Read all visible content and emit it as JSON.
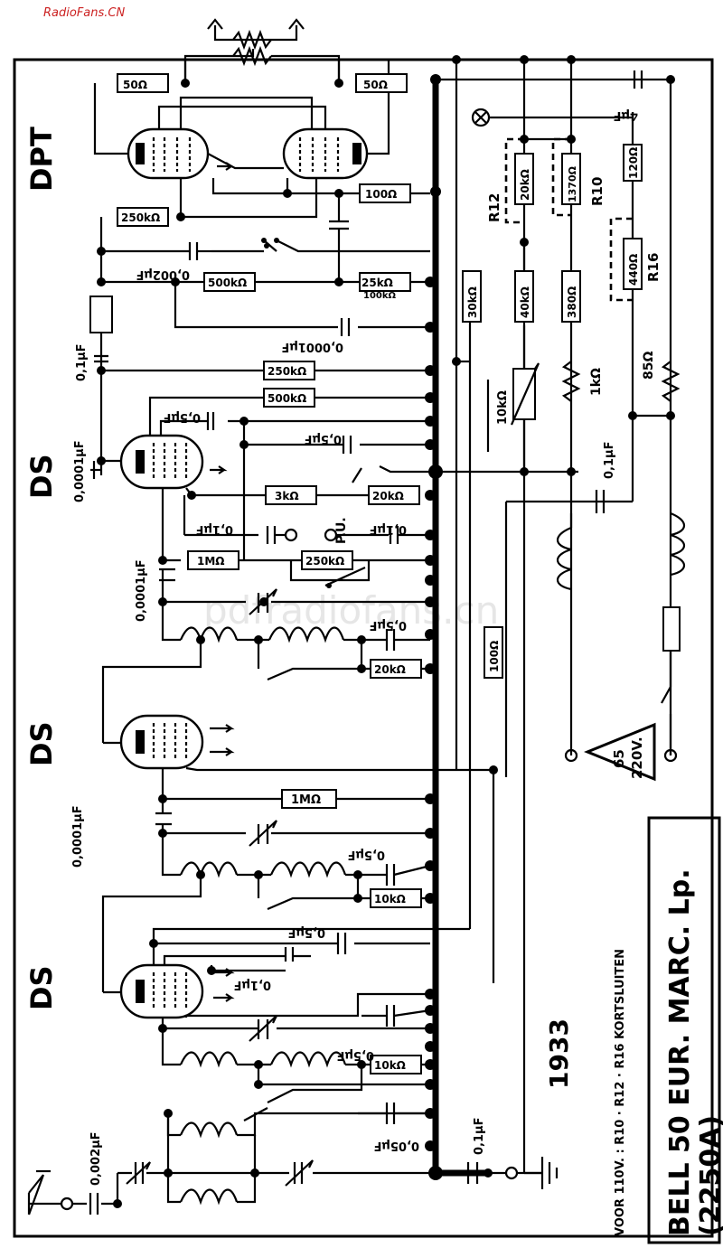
{
  "watermark": "RadioFans.CN",
  "bg_watermark": "pdfradiofans.cn",
  "title": {
    "line1": "BELL 50  EUR. MARC. Lp.",
    "line2": "(2250A)"
  },
  "year": "1933",
  "note": "VOOR 110V. : R10 · R12 · R16  KORTSLUITEN",
  "tubes": {
    "dpt": "DPT",
    "ds1": "DS",
    "ds2": "DS",
    "ds3": "DS"
  },
  "mains_badge": {
    "line1": "65",
    "line2": "220V."
  },
  "labels": {
    "pu": "P.U.",
    "r12": "R12",
    "r10": "R10",
    "r16": "R16",
    "r1k": "1kΩ",
    "r85": "85Ω",
    "r10k": "10kΩ"
  },
  "resistors": {
    "r50a": "50Ω",
    "r50b": "50Ω",
    "r100a": "100Ω",
    "r250k": "250kΩ",
    "r500k": "500kΩ",
    "r25k": "25kΩ",
    "r100k": "100kΩ",
    "r250k2": "250kΩ",
    "r500k2": "500kΩ",
    "r3k": "3kΩ",
    "r20k": "20kΩ",
    "r1m": "1MΩ",
    "r250k3": "250kΩ",
    "r20k2": "20kΩ",
    "r1m2": "1MΩ",
    "r10k2": "10kΩ",
    "r10k3": "10kΩ",
    "r30k": "30kΩ",
    "r40k": "40kΩ",
    "r380": "380Ω",
    "r20kv": "20kΩ",
    "r1370": "1370Ω",
    "r120": "120Ω",
    "r440": "440Ω",
    "r100b": "100Ω"
  },
  "capacitors": {
    "c4uf": "4μF",
    "c0002": "0,002μF",
    "c00001": "0,0001μF",
    "c01a": "0,1μF",
    "c05a": "0,5μF",
    "c05b": "0,5μF",
    "c00001b": "0,0001μF",
    "c01b": "0,1μF",
    "c01c": "0,1μF",
    "c01d": "0,1μF",
    "c00001c": "0,0001μF",
    "c05c": "0,5μF",
    "c00001d": "0,0001μF",
    "c05d": "0,5μF",
    "c05e": "0,5μF",
    "c01e": "0,1μF",
    "c05f": "0,5μF",
    "c005": "0,05μF",
    "c01f": "0,1μF",
    "c0002b": "0,002μF"
  }
}
